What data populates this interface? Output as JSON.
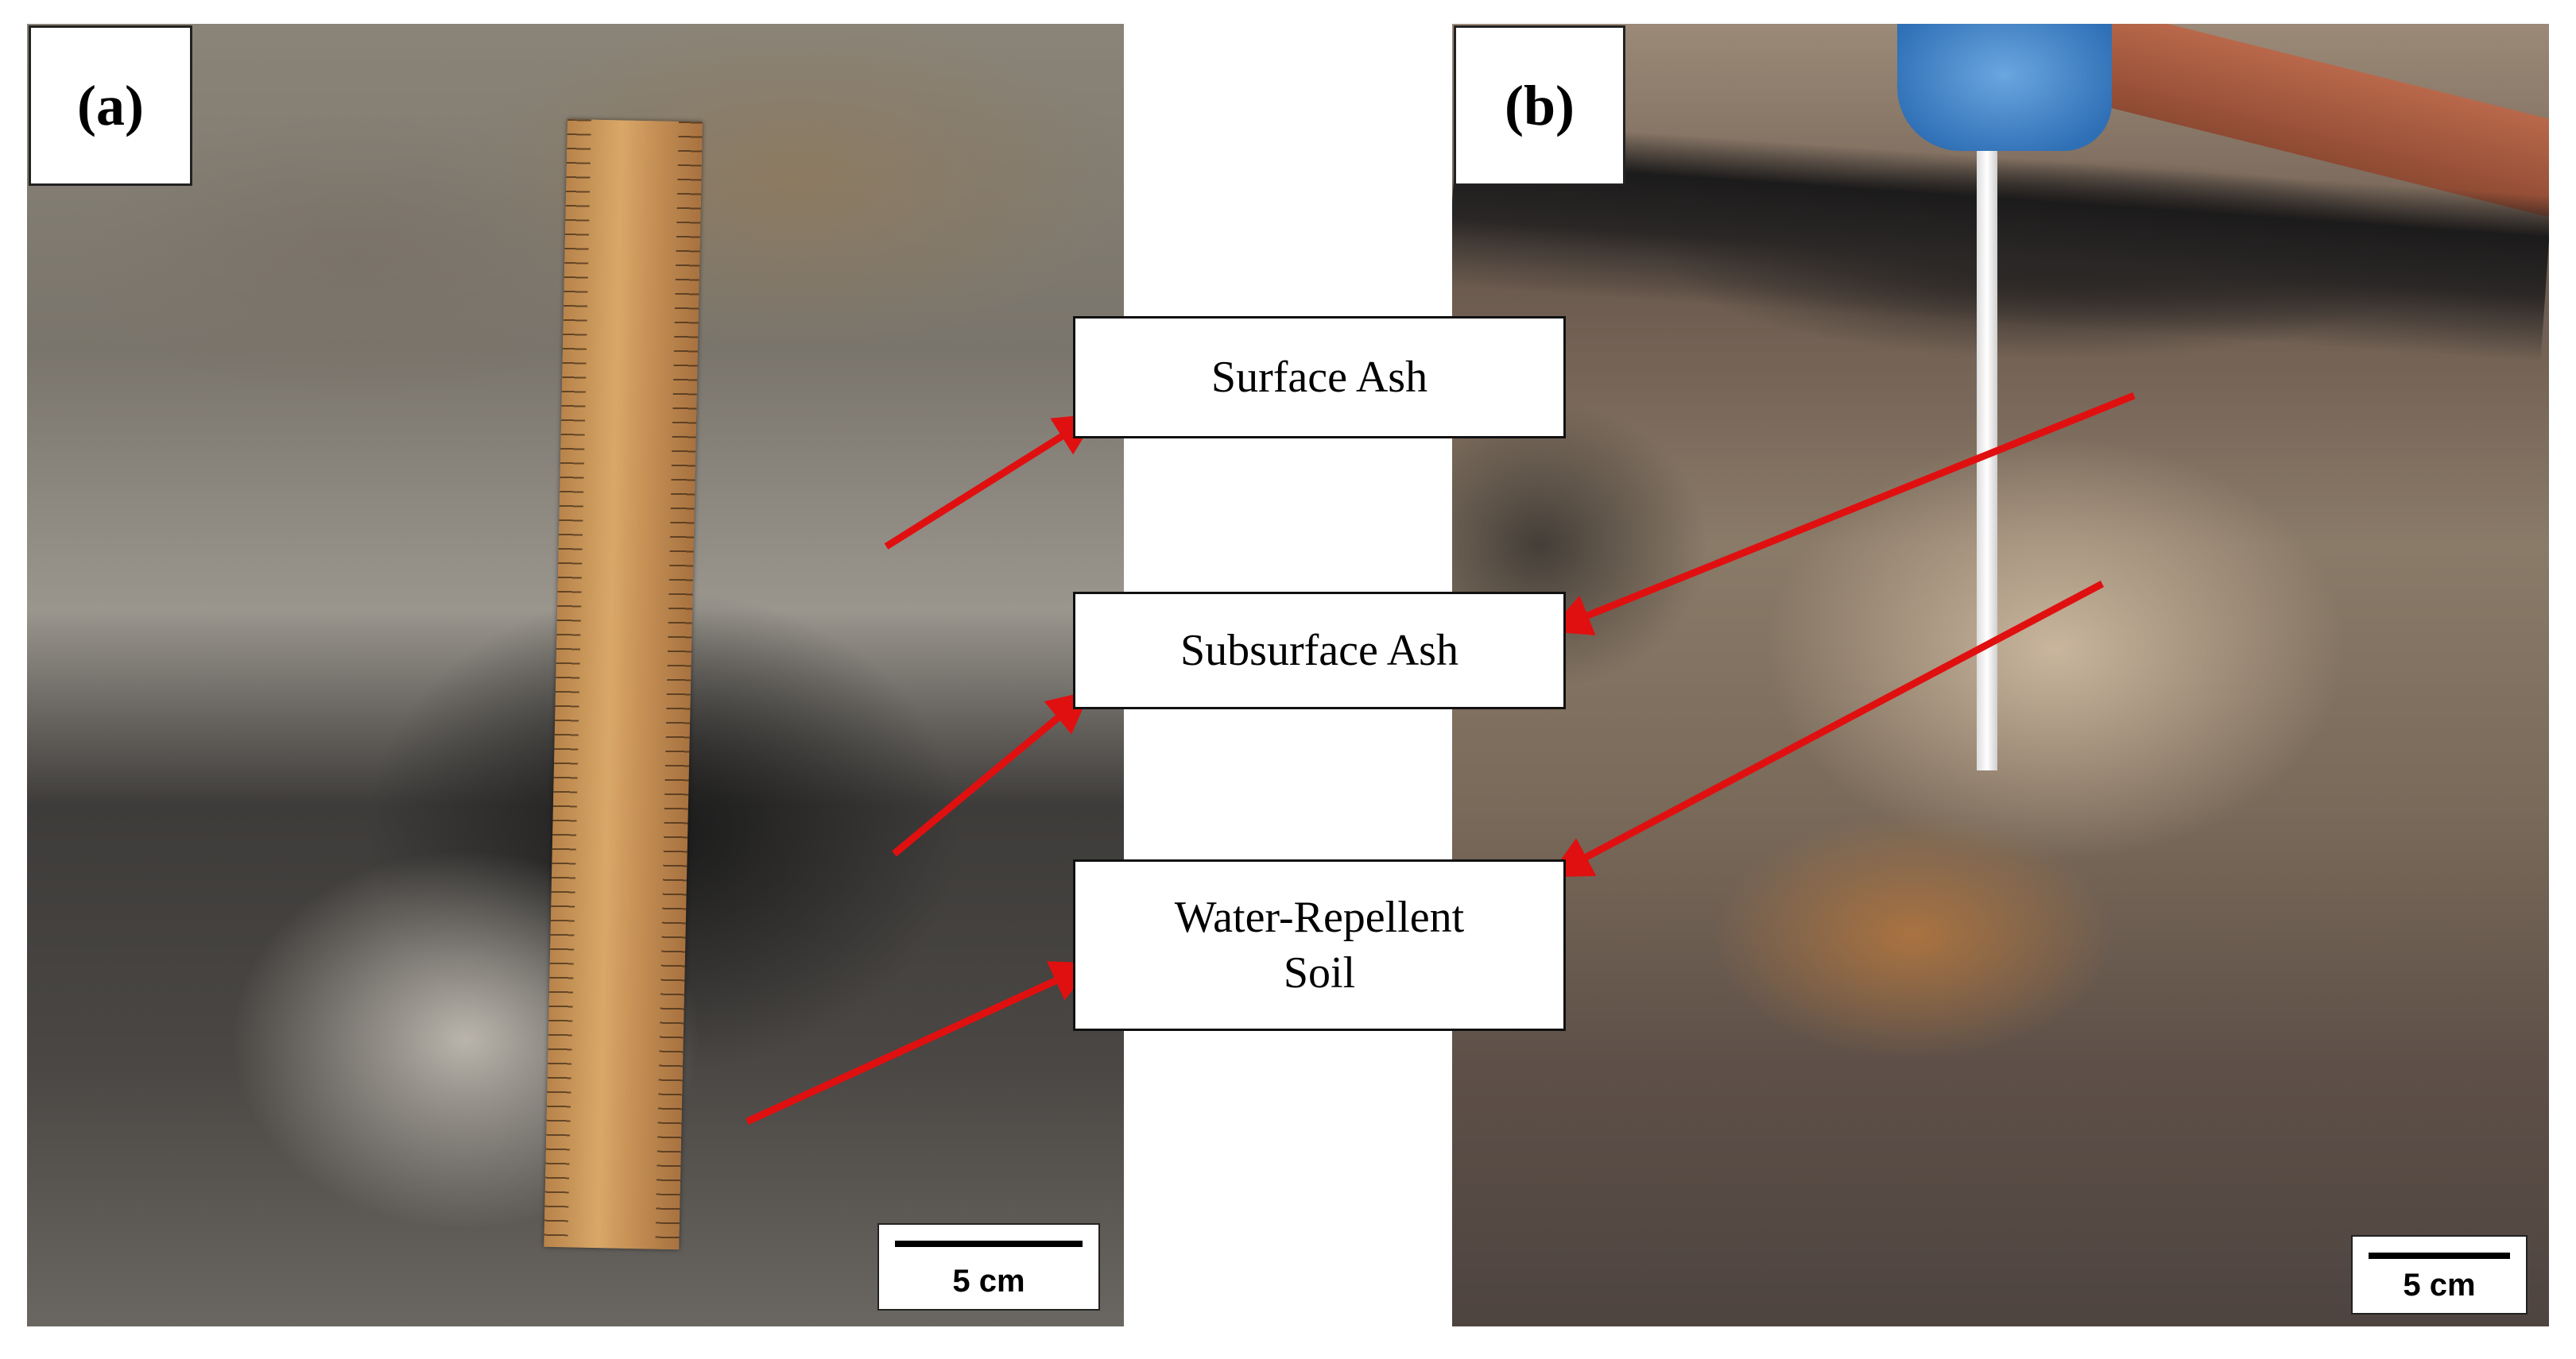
{
  "panels": {
    "a": {
      "label": "(a)",
      "scale_text": "5 cm"
    },
    "b": {
      "label": "(b)",
      "scale_text": "5 cm"
    }
  },
  "callouts": {
    "surface_ash": "Surface Ash",
    "subsurface_ash": "Subsurface Ash",
    "water_repellent_line1": "Water-Repellent",
    "water_repellent_line2": "Soil"
  },
  "colors": {
    "arrow": "#e01010",
    "box_border": "#111111",
    "background": "#ffffff"
  }
}
